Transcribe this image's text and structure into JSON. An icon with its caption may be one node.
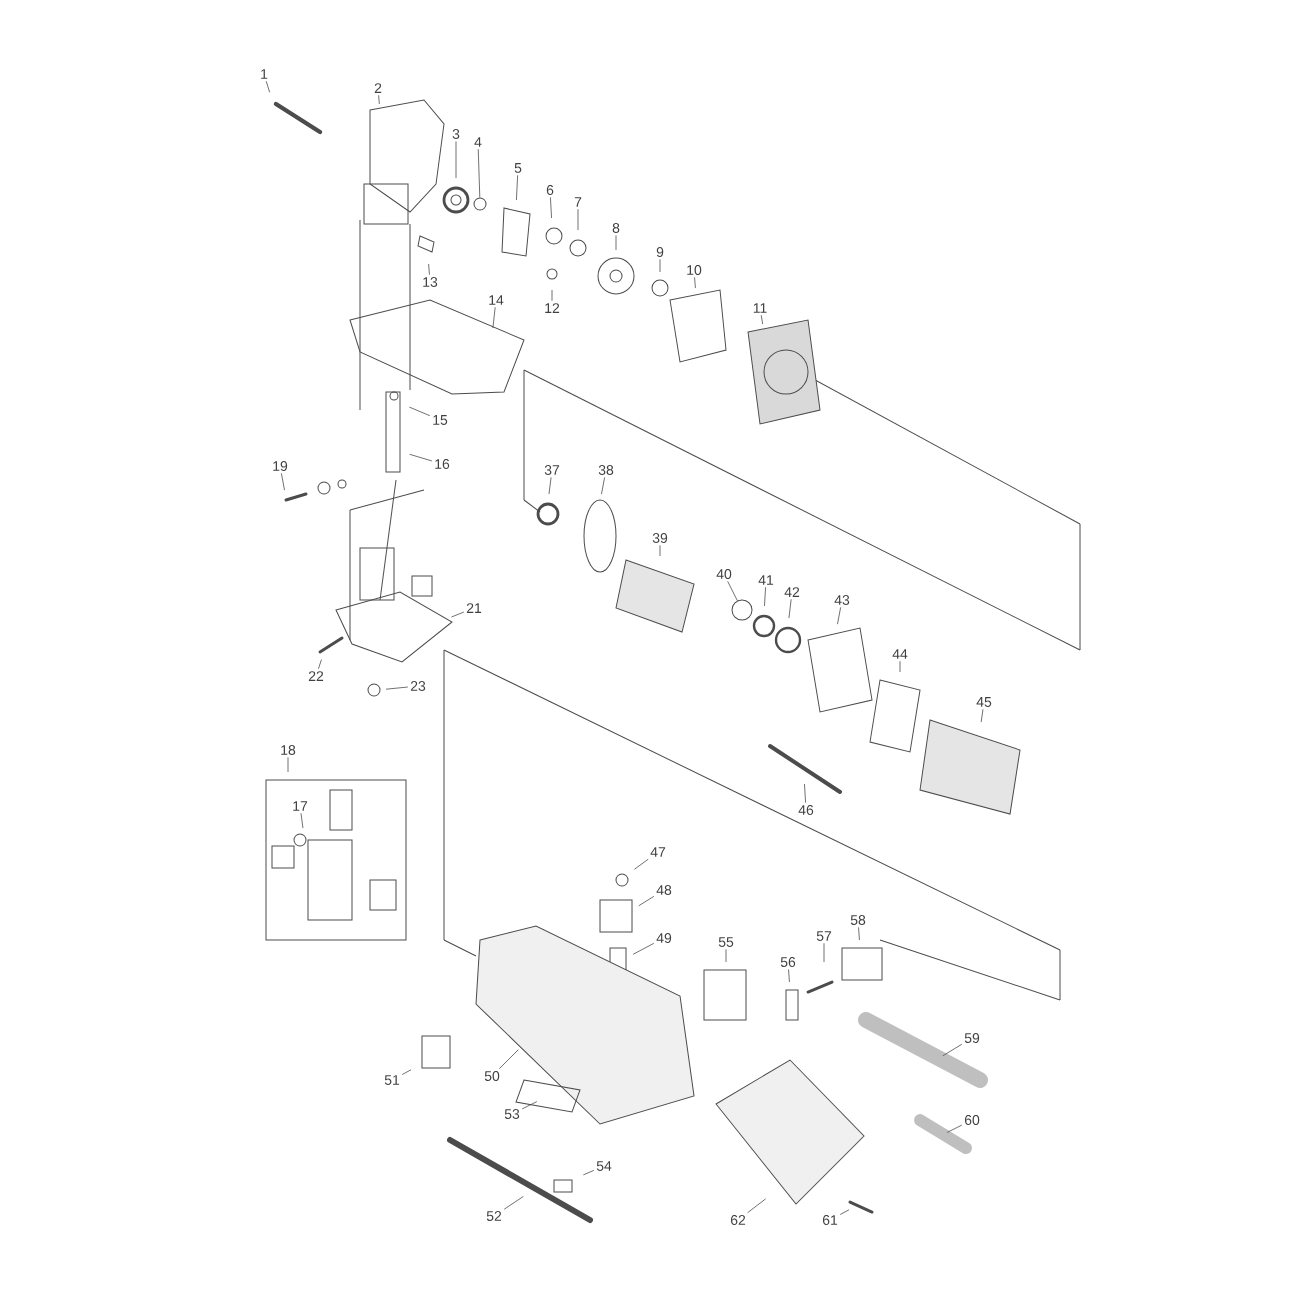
{
  "diagram": {
    "nodes": [
      {
        "text": [
          "1"
        ]
      },
      {
        "text": [
          "2"
        ]
      },
      {
        "text": [
          "3"
        ]
      },
      {
        "text": [
          "4"
        ]
      },
      {
        "text": [
          "5"
        ]
      },
      {
        "text": [
          "6"
        ]
      },
      {
        "text": [
          "7"
        ]
      },
      {
        "text": [
          "8"
        ]
      },
      {
        "text": [
          "9"
        ]
      },
      {
        "text": [
          "10"
        ]
      },
      {
        "text": [
          "11"
        ]
      },
      {
        "text": [
          "12"
        ]
      },
      {
        "text": [
          "13"
        ]
      },
      {
        "text": [
          "14"
        ]
      },
      {
        "text": [
          "15"
        ]
      },
      {
        "text": [
          "16"
        ]
      },
      {
        "text": [
          "17"
        ]
      },
      {
        "text": [
          "18"
        ]
      },
      {
        "text": [
          "19"
        ]
      },
      {
        "text": [
          "21"
        ]
      },
      {
        "text": [
          "22"
        ]
      },
      {
        "text": [
          "23"
        ]
      },
      {
        "text": [
          "37"
        ]
      },
      {
        "text": [
          "38"
        ]
      },
      {
        "text": [
          "39"
        ]
      },
      {
        "text": [
          "40"
        ]
      },
      {
        "text": [
          "41"
        ]
      },
      {
        "text": [
          "42"
        ]
      },
      {
        "text": [
          "43"
        ]
      },
      {
        "text": [
          "44"
        ]
      },
      {
        "text": [
          "45"
        ]
      },
      {
        "text": [
          "46"
        ]
      },
      {
        "text": [
          "47"
        ]
      },
      {
        "text": [
          "48"
        ]
      },
      {
        "text": [
          "49"
        ]
      },
      {
        "text": [
          "50"
        ]
      },
      {
        "text": [
          "51"
        ]
      },
      {
        "text": [
          "52"
        ]
      },
      {
        "text": [
          "53"
        ]
      },
      {
        "text": [
          "54"
        ]
      },
      {
        "text": [
          "55"
        ]
      },
      {
        "text": [
          "56"
        ]
      },
      {
        "text": [
          "57"
        ]
      },
      {
        "text": [
          "58"
        ]
      },
      {
        "text": [
          "59"
        ]
      },
      {
        "text": [
          "60"
        ]
      },
      {
        "text": [
          "61"
        ]
      },
      {
        "text": [
          "62"
        ]
      },
      {
        "text": [],
        "shape": "circle"
      },
      {
        "text": [],
        "shape": "circle"
      }
    ],
    "edges": [
      {
        "from": 0,
        "to": null,
        "arrow": "none"
      },
      {
        "from": 1,
        "to": null,
        "arrow": "none"
      },
      {
        "from": 2,
        "to": null,
        "arrow": "none"
      },
      {
        "from": 3,
        "to": 48,
        "arrow": "none"
      },
      {
        "from": 4,
        "to": null,
        "arrow": "none"
      },
      {
        "from": 5,
        "to": null,
        "arrow": "none"
      },
      {
        "from": 6,
        "to": null,
        "arrow": "none"
      },
      {
        "from": 7,
        "to": null,
        "arrow": "none"
      },
      {
        "from": 8,
        "to": null,
        "arrow": "none"
      },
      {
        "from": 9,
        "to": null,
        "arrow": "none"
      },
      {
        "from": 10,
        "to": null,
        "arrow": "none"
      },
      {
        "from": 11,
        "to": null,
        "arrow": "none"
      },
      {
        "from": 12,
        "to": null,
        "arrow": "none"
      },
      {
        "from": 13,
        "to": null,
        "arrow": "none"
      },
      {
        "from": 14,
        "to": null,
        "arrow": "none"
      },
      {
        "from": 15,
        "to": null,
        "arrow": "none"
      },
      {
        "from": 16,
        "to": null,
        "arrow": "none"
      },
      {
        "from": 17,
        "to": null,
        "arrow": "none"
      },
      {
        "from": 18,
        "to": null,
        "arrow": "none"
      },
      {
        "from": 19,
        "to": null,
        "arrow": "none"
      },
      {
        "from": 20,
        "to": null,
        "arrow": "none"
      },
      {
        "from": 21,
        "to": null,
        "arrow": "none"
      },
      {
        "from": 22,
        "to": null,
        "arrow": "none"
      },
      {
        "from": 23,
        "to": null,
        "arrow": "none"
      },
      {
        "from": 24,
        "to": null,
        "arrow": "none"
      },
      {
        "from": 25,
        "to": 49,
        "arrow": "none"
      },
      {
        "from": 26,
        "to": null,
        "arrow": "none"
      },
      {
        "from": 27,
        "to": null,
        "arrow": "none"
      },
      {
        "from": 28,
        "to": null,
        "arrow": "none"
      },
      {
        "from": 29,
        "to": null,
        "arrow": "none"
      },
      {
        "from": 30,
        "to": null,
        "arrow": "none"
      },
      {
        "from": 31,
        "to": null,
        "arrow": "none"
      },
      {
        "from": 32,
        "to": null,
        "arrow": "none"
      },
      {
        "from": 33,
        "to": null,
        "arrow": "none"
      },
      {
        "from": 34,
        "to": null,
        "arrow": "none"
      },
      {
        "from": 35,
        "to": null,
        "arrow": "none"
      },
      {
        "from": 36,
        "to": null,
        "arrow": "none"
      },
      {
        "from": 37,
        "to": null,
        "arrow": "none"
      },
      {
        "from": 38,
        "to": null,
        "arrow": "none"
      },
      {
        "from": 39,
        "to": null,
        "arrow": "none"
      },
      {
        "from": 40,
        "to": null,
        "arrow": "none"
      },
      {
        "from": 41,
        "to": null,
        "arrow": "none"
      },
      {
        "from": 42,
        "to": null,
        "arrow": "none"
      },
      {
        "from": 43,
        "to": null,
        "arrow": "none"
      },
      {
        "from": 44,
        "to": null,
        "arrow": "none"
      },
      {
        "from": 45,
        "to": null,
        "arrow": "none"
      },
      {
        "from": 46,
        "to": null,
        "arrow": "none"
      },
      {
        "from": 47,
        "to": null,
        "arrow": "none"
      }
    ]
  }
}
